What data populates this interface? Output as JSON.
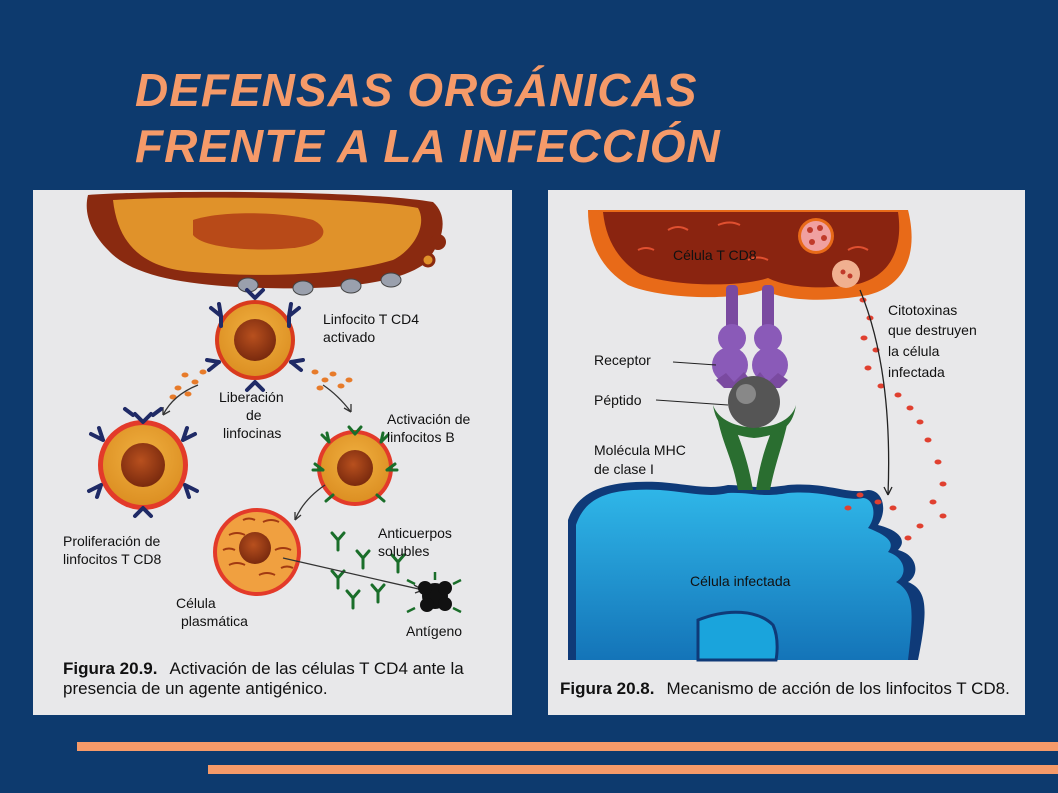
{
  "slide": {
    "title_line1": "DEFENSAS ORGÁNICAS",
    "title_line2": "FRENTE A LA INFECCIÓN"
  },
  "figure_left": {
    "caption_label": "Figura 20.9.",
    "caption_text": "Activación de las células T CD4 ante la presencia de un agente antigénico.",
    "labels": {
      "linfocito_cd4_1": "Linfocito T CD4",
      "linfocito_cd4_2": "activado",
      "liberacion_1": "Liberación",
      "liberacion_2": "de",
      "liberacion_3": "linfocinas",
      "activacion_b_1": "Activación de",
      "activacion_b_2": "linfocitos B",
      "proliferacion_1": "Proliferación de",
      "proliferacion_2": "linfocitos T CD8",
      "anticuerpos_1": "Anticuerpos",
      "anticuerpos_2": "solubles",
      "plasmatica_1": "Célula",
      "plasmatica_2": "plasmática",
      "antigeno": "Antígeno"
    }
  },
  "figure_right": {
    "caption_label": "Figura 20.8.",
    "caption_text": "Mecanismo de acción de los linfocitos T CD8.",
    "labels": {
      "celula_cd8": "Célula T CD8",
      "citotoxinas_1": "Citotoxinas",
      "citotoxinas_2": "que destruyen",
      "citotoxinas_3": "la célula",
      "citotoxinas_4": "infectada",
      "receptor": "Receptor",
      "peptido": "Péptido",
      "mhc_1": "Molécula MHC",
      "mhc_2": "de clase I",
      "celula_infectada": "Célula infectada"
    }
  },
  "colors": {
    "background": "#0d3a6e",
    "accent": "#f59a69",
    "panel": "#e8e8ea"
  }
}
